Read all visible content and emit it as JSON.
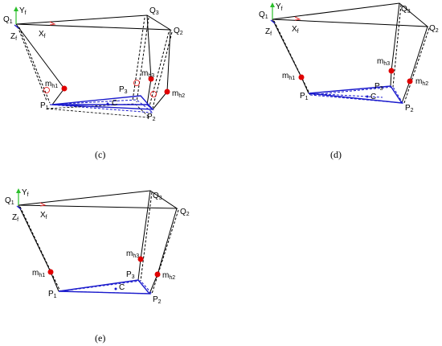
{
  "captions": {
    "c": "(c)",
    "d": "(d)",
    "e": "(e)"
  },
  "labels": {
    "Q1": "Q",
    "Q1_sub": "1",
    "Q2": "Q",
    "Q2_sub": "2",
    "Q3": "Q",
    "Q3_sub": "3",
    "P1": "P",
    "P1_sub": "1",
    "P2": "P",
    "P2_sub": "2",
    "P3": "P",
    "P3_sub": "3",
    "mh1": "m",
    "mh1_sub": "h1",
    "mh2": "m",
    "mh2_sub": "h2",
    "mh3": "m",
    "mh3_sub": "h3",
    "Xf": "X",
    "Xf_sub": "f",
    "Yf": "Y",
    "Yf_sub": "f",
    "Zf": "Z",
    "Zf_sub": "f",
    "C": "C"
  },
  "colors": {
    "frame": "#000000",
    "platform": "#1a1acc",
    "mass": "#e00000",
    "axis_y": "#2bbf2b",
    "axis_x": "#e03030",
    "axis_z": "#1a1acc"
  }
}
